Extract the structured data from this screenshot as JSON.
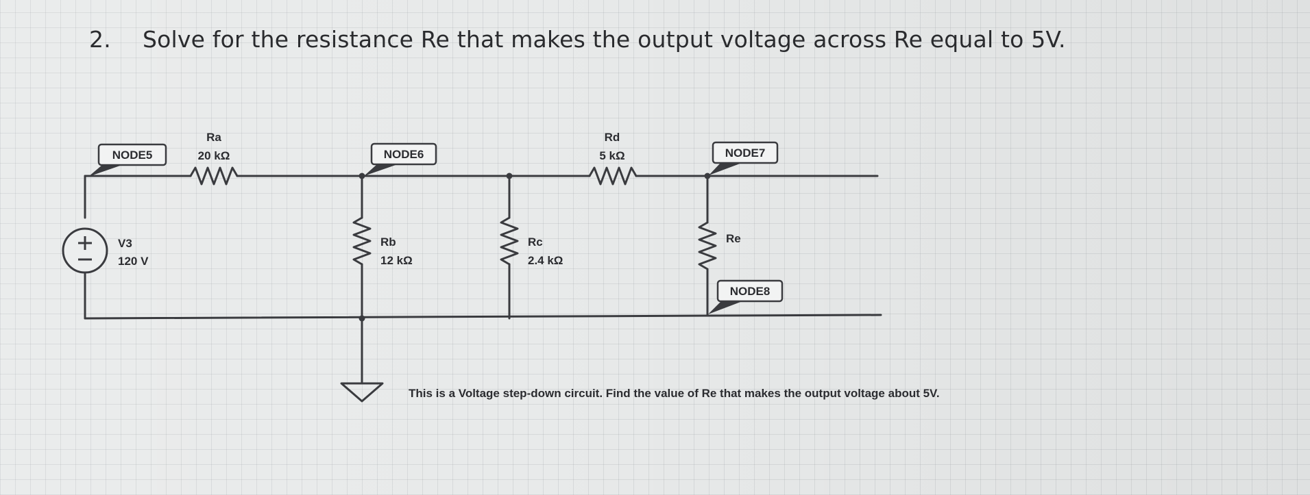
{
  "question": {
    "number": "2.",
    "text": "Solve for the resistance Re that makes the output voltage across Re equal to 5V."
  },
  "circuit": {
    "nodes": {
      "node5": "NODE5",
      "node6": "NODE6",
      "node7": "NODE7",
      "node8": "NODE8"
    },
    "source": {
      "name": "V3",
      "value": "120 V"
    },
    "resistors": {
      "ra": {
        "name": "Ra",
        "value": "20 kΩ"
      },
      "rb": {
        "name": "Rb",
        "value": "12 kΩ"
      },
      "rc": {
        "name": "Rc",
        "value": "2.4 kΩ"
      },
      "rd": {
        "name": "Rd",
        "value": "5 kΩ"
      },
      "re": {
        "name": "Re"
      }
    }
  },
  "note": {
    "text": "This is a Voltage step-down circuit. Find the value of Re that makes the output voltage about 5V."
  },
  "colors": {
    "wire": "#3a3b3f",
    "text": "#2b2c30",
    "paper": "#e8eaea",
    "grid": "#9a9fa4"
  }
}
